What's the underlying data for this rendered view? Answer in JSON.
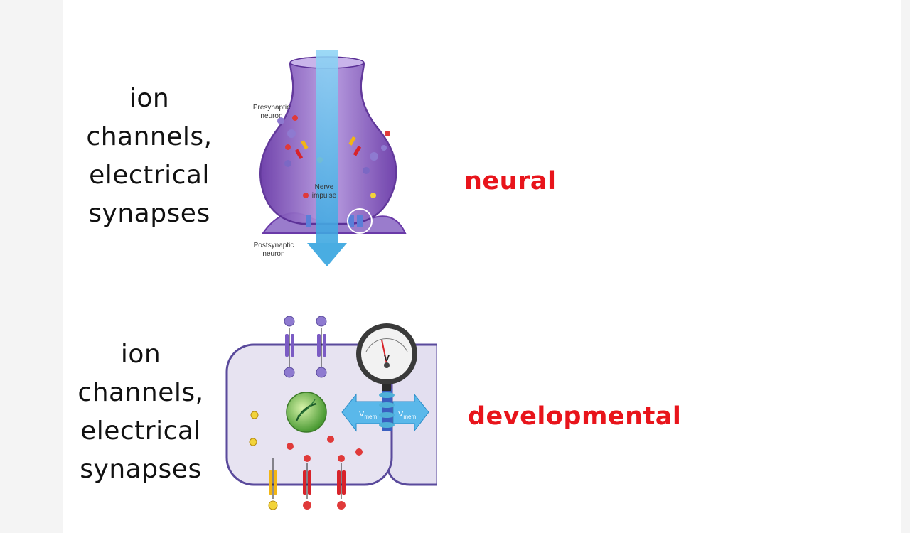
{
  "rows": [
    {
      "caption": [
        "ion",
        "channels,",
        "electrical",
        "synapses"
      ],
      "tag": "neural"
    },
    {
      "caption": [
        "ion",
        "channels,",
        "electrical",
        "synapses"
      ],
      "tag": "developmental"
    }
  ],
  "synapse": {
    "presynaptic": [
      "Presynaptic",
      "neuron"
    ],
    "impulse": [
      "Nerve",
      "impulse"
    ],
    "postsynaptic": [
      "Postsynaptic",
      "neuron"
    ]
  },
  "cell": {
    "meter_symbol": "V",
    "vmem_left": "V",
    "vmem_left_sub": "mem",
    "vmem_right": "V",
    "vmem_right_sub": "mem"
  },
  "colors": {
    "tag": "#e8141b",
    "neuron_purple": "#8a5bc0",
    "impulse_blue": "#4fb8ea",
    "cell_lavender": "#e7e3f1",
    "nucleus_green": "#6fbf4a",
    "channel_red": "#d8232a",
    "channel_yellow": "#f2b514"
  }
}
